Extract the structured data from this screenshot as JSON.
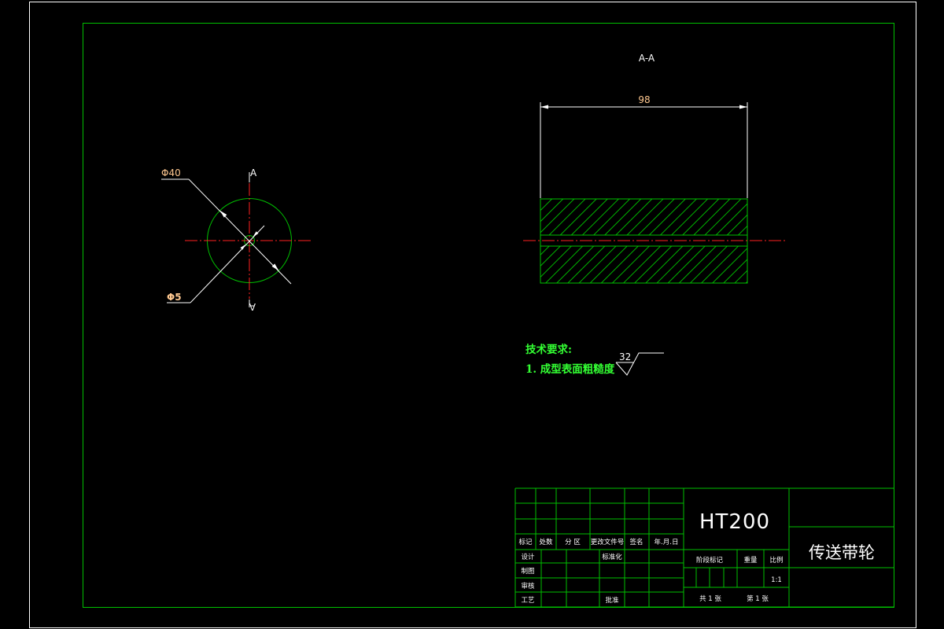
{
  "drawing": {
    "section_view_title": "A-A",
    "front_view": {
      "outer_diameter_label": "Φ40",
      "bore_diameter_label": "Φ5",
      "section_mark_top": "A",
      "section_mark_bottom": "A"
    },
    "section_view": {
      "length_dimension": "98"
    },
    "technical_requirements": {
      "heading": "技术要求:",
      "item_1": "1. 成型表面粗糙度",
      "roughness_value": "32"
    }
  },
  "title_block": {
    "revision_headers": [
      "标记",
      "处数",
      "分 区",
      "更改文件号",
      "签名",
      "年.月.日"
    ],
    "design": "设计",
    "standardization": "标准化",
    "drafting": "制图",
    "review": "审核",
    "process": "工艺",
    "approval": "批准",
    "material": "HT200",
    "stage_mark": "阶段标记",
    "weight": "重量",
    "scale_label": "比例",
    "scale_value": "1:1",
    "sheet_total": "共 1 张",
    "sheet_number": "第 1 张",
    "part_name": "传送带轮"
  },
  "colors": {
    "background": "#000000",
    "sheet_border": "#ffffff",
    "outline": "#00c000",
    "centerline": "#ff2020",
    "dimension_text": "#ffc890",
    "requirements_text": "#33ff33",
    "annotation": "#ffffff"
  }
}
